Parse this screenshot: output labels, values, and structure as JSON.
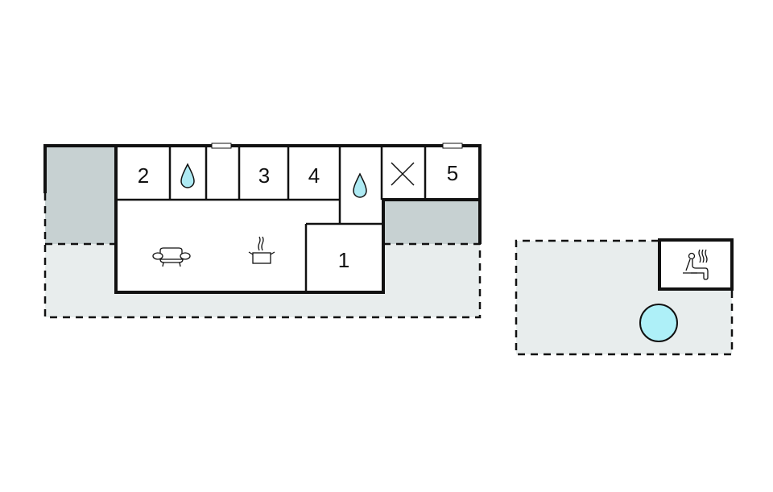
{
  "floorplan": {
    "colors": {
      "wall": "#111111",
      "terrace": "#e8eded",
      "covered": "#c7d1d2",
      "room": "#ffffff",
      "water": "#aeeaf3",
      "pool": "#aef0f8"
    },
    "rooms": [
      {
        "id": "bedroom-2",
        "label": "2"
      },
      {
        "id": "bedroom-3",
        "label": "3"
      },
      {
        "id": "bedroom-4",
        "label": "4"
      },
      {
        "id": "bedroom-5",
        "label": "5"
      },
      {
        "id": "bedroom-1",
        "label": "1"
      }
    ],
    "icons": [
      "water-drop-icon-bathroom-1",
      "water-drop-icon-bathroom-2",
      "utility-x-icon",
      "sofa-icon",
      "cooking-pot-icon",
      "sauna-icon",
      "pool-icon"
    ]
  }
}
